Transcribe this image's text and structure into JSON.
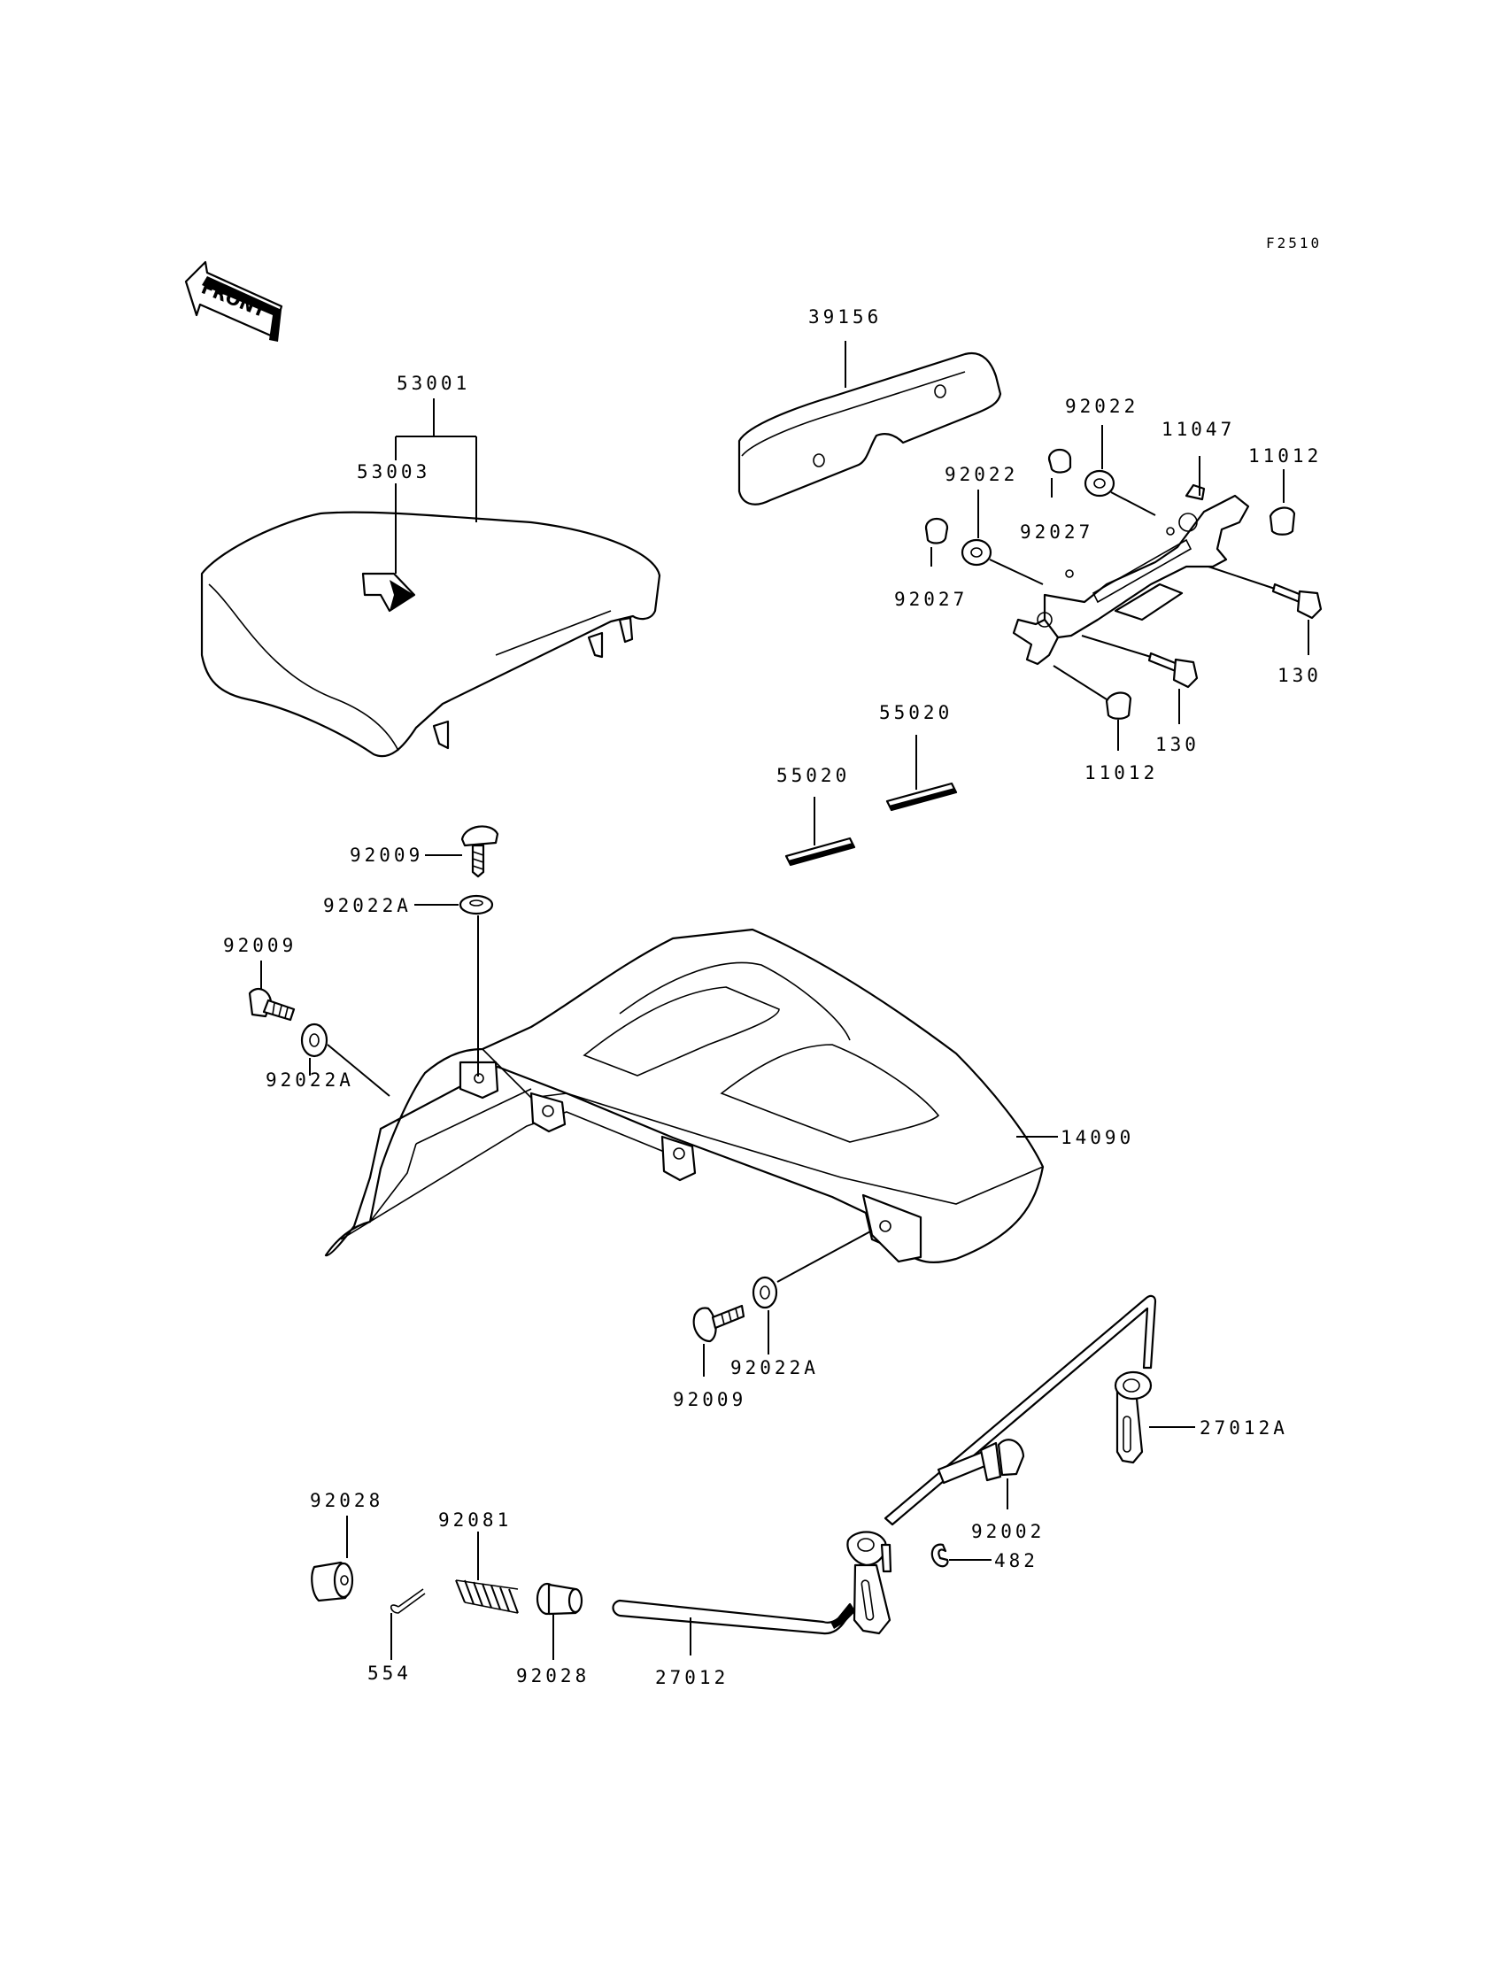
{
  "figure_ref": "F2510",
  "front_label": "FRONT",
  "parts": {
    "p39156": "39156",
    "p53001": "53001",
    "p53003": "53003",
    "p92022_a": "92022",
    "p92022_b": "92022",
    "p11047": "11047",
    "p11012_a": "11012",
    "p11012_b": "11012",
    "p92027_a": "92027",
    "p92027_b": "92027",
    "p130_a": "130",
    "p130_b": "130",
    "p55020_a": "55020",
    "p55020_b": "55020",
    "p92009_a": "92009",
    "p92009_b": "92009",
    "p92009_c": "92009",
    "p92022A_a": "92022A",
    "p92022A_b": "92022A",
    "p92022A_c": "92022A",
    "p14090": "14090",
    "p27012A": "27012A",
    "p92002": "92002",
    "p482": "482",
    "p92028_a": "92028",
    "p92028_b": "92028",
    "p92081": "92081",
    "p554": "554",
    "p27012": "27012"
  }
}
